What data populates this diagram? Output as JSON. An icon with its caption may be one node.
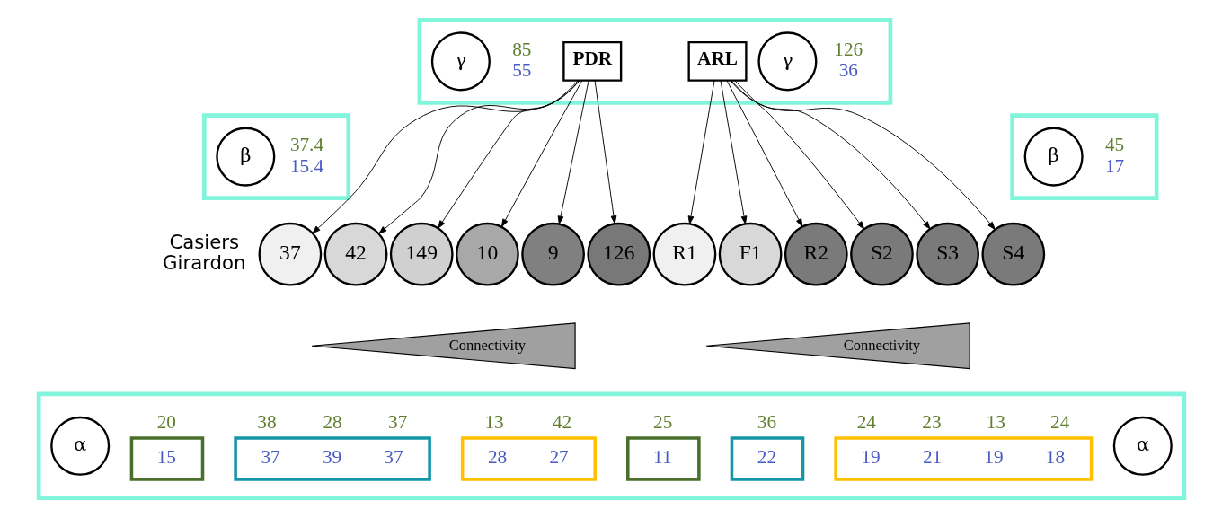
{
  "diagram": {
    "nodes": [
      {
        "text": [],
        "shape": "box"
      },
      {
        "text": [
          "γ"
        ],
        "in": 0,
        "beside": [
          "85",
          "55"
        ]
      },
      {
        "text": [
          "PDR"
        ],
        "in": 0
      },
      {
        "text": [
          "ARL"
        ],
        "in": 0
      },
      {
        "text": [
          "γ"
        ],
        "in": 0,
        "beside": [
          "126",
          "36"
        ]
      },
      {
        "text": [],
        "shape": "box"
      },
      {
        "text": [
          "β"
        ],
        "in": 5,
        "beside": [
          "37.4",
          "15.4"
        ]
      },
      {
        "text": [],
        "shape": "box"
      },
      {
        "text": [
          "β"
        ],
        "in": 7,
        "beside": [
          "45",
          "17"
        ]
      },
      {
        "text": [
          "37"
        ]
      },
      {
        "text": [
          "42"
        ]
      },
      {
        "text": [
          "149"
        ]
      },
      {
        "text": [
          "10"
        ]
      },
      {
        "text": [
          "9"
        ]
      },
      {
        "text": [
          "126"
        ]
      },
      {
        "text": [
          "R1"
        ]
      },
      {
        "text": [
          "F1"
        ]
      },
      {
        "text": [
          "R2"
        ]
      },
      {
        "text": [
          "S2"
        ]
      },
      {
        "text": [
          "S3"
        ]
      },
      {
        "text": [
          "S4"
        ]
      },
      {
        "text": [
          "Connectivity"
        ]
      },
      {
        "text": [
          "Connectivity"
        ]
      },
      {
        "text": [],
        "shape": "box"
      },
      {
        "text": [
          "α"
        ],
        "in": 23
      },
      {
        "text": [
          "15"
        ],
        "in": 23,
        "beside": [
          "20"
        ]
      },
      {
        "text": [
          "37",
          "39",
          "37"
        ],
        "in": 23,
        "beside": [
          "38",
          "28",
          "37"
        ]
      },
      {
        "text": [
          "28",
          "27"
        ],
        "in": 23,
        "beside": [
          "13",
          "42"
        ]
      },
      {
        "text": [
          "11"
        ],
        "in": 23,
        "beside": [
          "25"
        ]
      },
      {
        "text": [
          "22"
        ],
        "in": 23,
        "beside": [
          "36"
        ]
      },
      {
        "text": [
          "19",
          "21",
          "19",
          "18"
        ],
        "in": 23,
        "beside": [
          "24",
          "23",
          "13",
          "24"
        ]
      },
      {
        "text": [
          "α"
        ],
        "in": 23
      }
    ],
    "edges": [
      {
        "from": 2,
        "to": 9,
        "arrow": "to"
      },
      {
        "from": 2,
        "to": 10,
        "arrow": "to"
      },
      {
        "from": 2,
        "to": 11,
        "arrow": "to"
      },
      {
        "from": 2,
        "to": 12,
        "arrow": "to"
      },
      {
        "from": 2,
        "to": 13,
        "arrow": "to"
      },
      {
        "from": 2,
        "to": 14,
        "arrow": "to"
      },
      {
        "from": 3,
        "to": 15,
        "arrow": "to"
      },
      {
        "from": 3,
        "to": 16,
        "arrow": "to"
      },
      {
        "from": 3,
        "to": 17,
        "arrow": "to"
      },
      {
        "from": 3,
        "to": 18,
        "arrow": "to"
      },
      {
        "from": 3,
        "to": 19,
        "arrow": "to"
      },
      {
        "from": 3,
        "to": 20,
        "arrow": "to"
      }
    ],
    "labels": [
      "Casiers Girardon"
    ]
  }
}
